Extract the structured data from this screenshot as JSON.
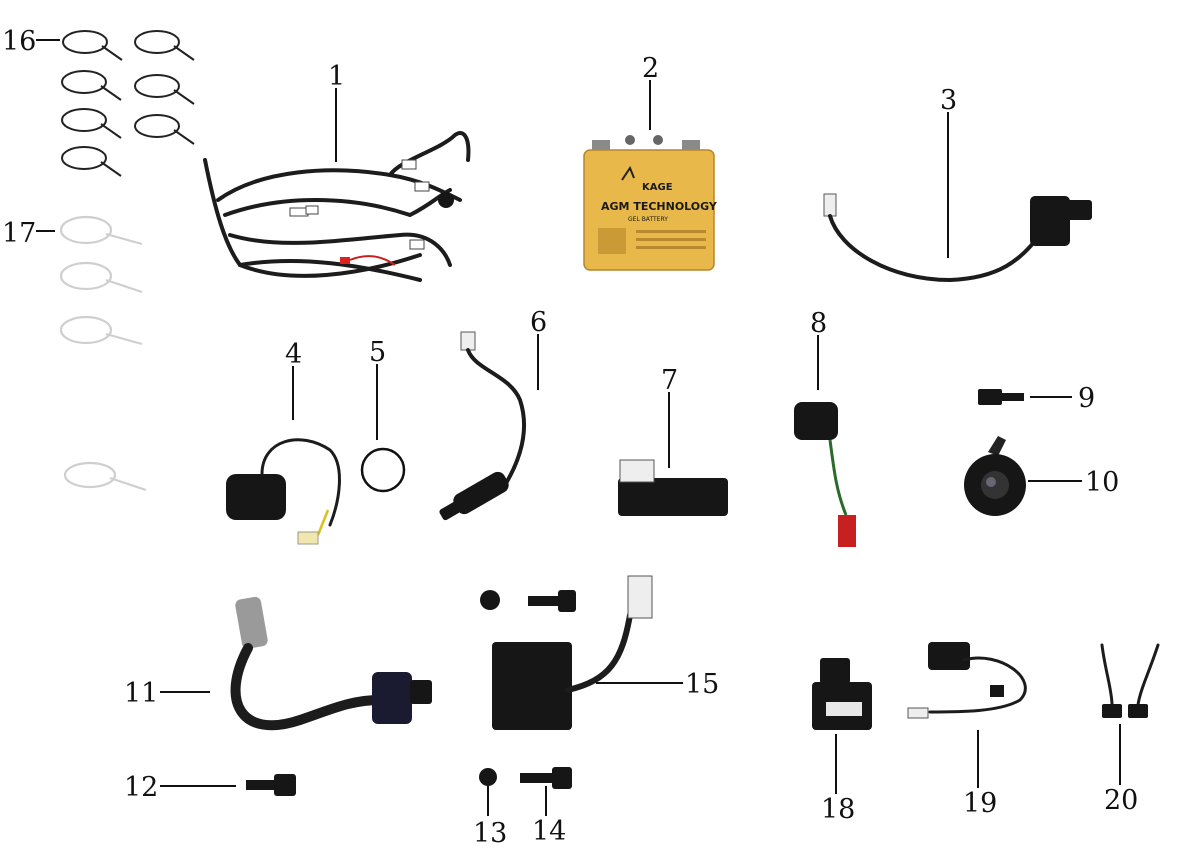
{
  "callouts": {
    "c1": "1",
    "c2": "2",
    "c3": "3",
    "c4": "4",
    "c5": "5",
    "c6": "6",
    "c7": "7",
    "c8": "8",
    "c9": "9",
    "c10": "10",
    "c11": "11",
    "c12": "12",
    "c13": "13",
    "c14": "14",
    "c15": "15",
    "c16": "16",
    "c17": "17",
    "c18": "18",
    "c19": "19",
    "c20": "20"
  },
  "battery": {
    "brand": "KAGE",
    "headline": "AGM TECHNOLOGY",
    "subline": "GEL BATTERY"
  },
  "colors": {
    "line": "#111111",
    "battery_body": "#e8b84a",
    "part_black": "#161616",
    "tie_light": "#cfcfcf"
  }
}
